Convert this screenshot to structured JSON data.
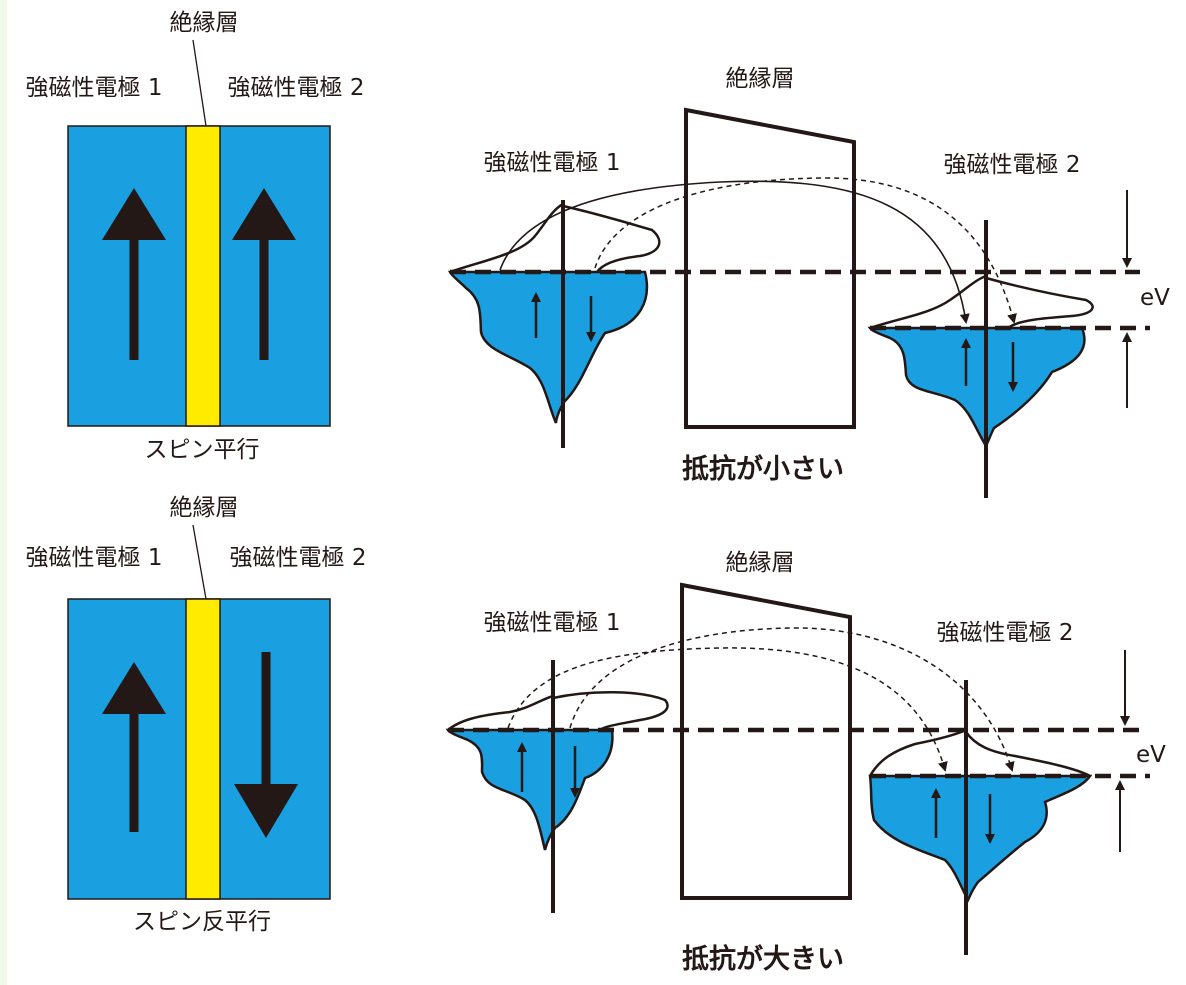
{
  "colors": {
    "electrode": "#1a9fe0",
    "insulator": "#ffeb00",
    "ink": "#231815",
    "edge": "#eef9ea"
  },
  "parallel": {
    "insulator_label": "絶縁層",
    "electrode1_label": "強磁性電極 1",
    "electrode2_label": "強磁性電極 2",
    "caption": "スピン平行",
    "left_arrow": "up-arrow-icon",
    "right_arrow": "up-arrow-icon"
  },
  "antiparallel": {
    "insulator_label": "絶縁層",
    "electrode1_label": "強磁性電極 1",
    "electrode2_label": "強磁性電極 2",
    "caption": "スピン反平行",
    "left_arrow": "up-arrow-icon",
    "right_arrow": "down-arrow-icon"
  },
  "band_parallel": {
    "insulator_label": "絶縁層",
    "electrode1_label": "強磁性電極 1",
    "electrode2_label": "強磁性電極 2",
    "bias_label": "eV",
    "result": "抵抗が小さい"
  },
  "band_antiparallel": {
    "insulator_label": "絶縁層",
    "electrode1_label": "強磁性電極 1",
    "electrode2_label": "強磁性電極 2",
    "bias_label": "eV",
    "result": "抵抗が大きい"
  }
}
